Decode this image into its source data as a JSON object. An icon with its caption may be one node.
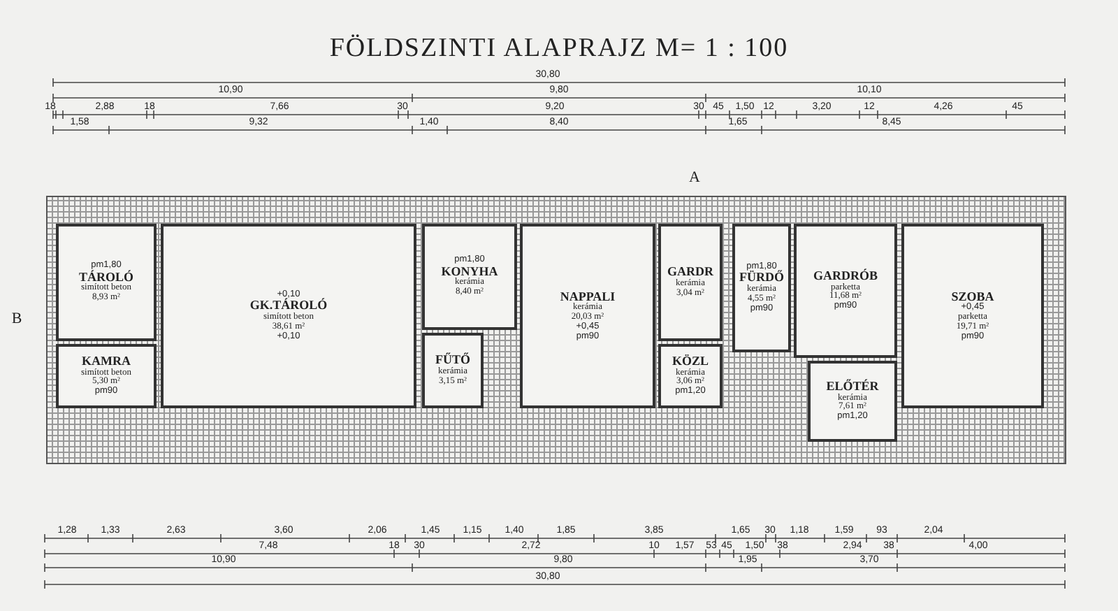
{
  "diagram": {
    "title": "FÖLDSZINTI ALAPRAJZ M= 1 : 100",
    "nodes": [
      {
        "text": [
          "pm1,80",
          "TÁROLÓ",
          "simított beton",
          "8,93 m²"
        ]
      },
      {
        "text": [
          "KAMRA",
          "simított beton",
          "5,30 m²",
          "pm90"
        ]
      },
      {
        "text": [
          "+0,10",
          "GK.TÁROLÓ",
          "simított beton",
          "38,61 m²",
          "+0,10"
        ]
      },
      {
        "text": [
          "pm1,80",
          "KONYHA",
          "kerámia",
          "8,40 m²"
        ]
      },
      {
        "text": [
          "FŰTŐ",
          "kerámia",
          "3,15 m²"
        ]
      },
      {
        "text": [
          "NAPPALI",
          "kerámia",
          "20,03 m²",
          "+0,45",
          "pm90"
        ]
      },
      {
        "text": [
          "GARDR",
          "kerámia",
          "3,04 m²"
        ]
      },
      {
        "text": [
          "KÖZL",
          "kerámia",
          "3,06 m²",
          "pm1,20"
        ]
      },
      {
        "text": [
          "pm1,80",
          "FÜRDŐ",
          "kerámia",
          "4,55 m²",
          "pm90"
        ]
      },
      {
        "text": [
          "GARDRÓB",
          "parketta",
          "11,68 m²",
          "pm90"
        ]
      },
      {
        "text": [
          "ELŐTÉR",
          "kerámia",
          "7,61 m²",
          "pm1,20"
        ]
      },
      {
        "text": [
          "SZOBA",
          "+0,45",
          "parketta",
          "19,71 m²",
          "pm90"
        ]
      }
    ],
    "labels": [
      "30,80",
      "10,90",
      "9,80",
      "10,10",
      "18",
      "2,88",
      "18",
      "7,66",
      "30",
      "9,20",
      "30",
      "45",
      "1,50",
      "12",
      "3,20",
      "12",
      "4,26",
      "45",
      "1,58",
      "9,32",
      "1,40",
      "8,40",
      "1,65",
      "8,45",
      "A",
      "B",
      "1,28",
      "1,33",
      "2,63",
      "3,60",
      "2,06",
      "1,45",
      "1,15",
      "1,40",
      "1,85",
      "3,85",
      "1,65",
      "30",
      "1,18",
      "1,59",
      "93",
      "2,04",
      "7,48",
      "18",
      "30",
      "2,72",
      "10",
      "1,57",
      "53",
      "45",
      "1,50",
      "38",
      "2,94",
      "38",
      "4,00",
      "10,90",
      "9,80",
      "1,95",
      "3,70",
      "30,80"
    ]
  }
}
